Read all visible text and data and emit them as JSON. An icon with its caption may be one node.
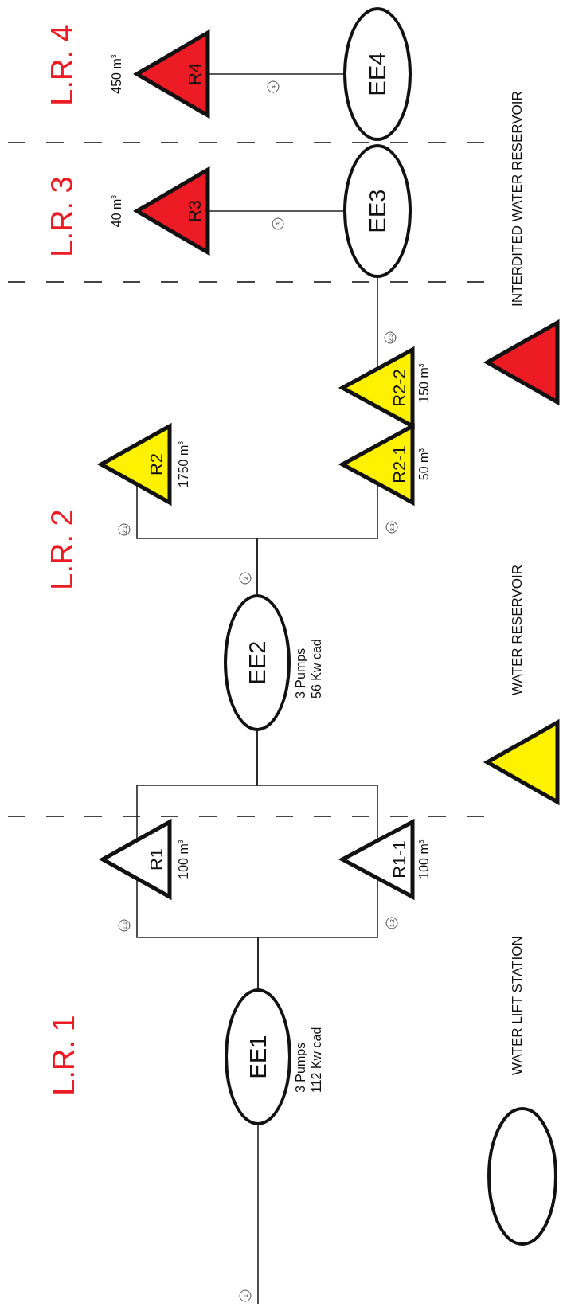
{
  "diagram": {
    "nodes": [
      {
        "text": [
          "EE1"
        ],
        "beside": [
          "3 Pumps 112 Kw cad"
        ]
      },
      {
        "text": [
          "R1"
        ],
        "beside": [
          "100 m$^{3}$"
        ]
      },
      {
        "text": [
          "R1-1"
        ],
        "beside": [
          "100 m$^{3}$"
        ]
      },
      {
        "text": [
          "EE2"
        ],
        "beside": [
          "3 Pumps 56 Kw cad"
        ]
      },
      {
        "text": [
          "R2"
        ],
        "beside": [
          "1750 m$^{3}$"
        ]
      },
      {
        "text": [
          "R2-1"
        ],
        "beside": [
          "50 m$^{3}$"
        ]
      },
      {
        "text": [
          "R2-2"
        ],
        "beside": [
          "150 m$^{3}$"
        ]
      },
      {
        "text": [
          "EE3"
        ]
      },
      {
        "text": [
          "R3"
        ],
        "beside": [
          "40 m$^{3}$"
        ]
      },
      {
        "text": [
          "EE4"
        ]
      },
      {
        "text": [
          "R4"
        ],
        "beside": [
          "450 m$^{3}$"
        ]
      }
    ],
    "edges": [
      {
        "from": null,
        "to": 0,
        "arrow": "none"
      },
      {
        "from": 0,
        "to": 1,
        "arrow": "none"
      },
      {
        "from": 0,
        "to": 2,
        "arrow": "none"
      },
      {
        "from": 1,
        "to": 3,
        "arrow": "none"
      },
      {
        "from": 2,
        "to": 3,
        "arrow": "none"
      },
      {
        "from": 3,
        "to": 4,
        "arrow": "none"
      },
      {
        "from": 3,
        "to": 5,
        "arrow": "none"
      },
      {
        "from": 6,
        "to": 7,
        "arrow": "none"
      },
      {
        "from": 7,
        "to": 8,
        "arrow": "none"
      },
      {
        "from": 9,
        "to": 10,
        "arrow": "none"
      }
    ],
    "labels": [
      "L.R. 1",
      "L.R. 2",
      "L.R. 3",
      "L.R. 4",
      "1",
      "1.1",
      "1.2",
      "2",
      "2.1",
      "2.2",
      "2.3",
      "3",
      "4"
    ],
    "legend": [
      {
        "text": "WATER LIFT STATION"
      },
      {
        "text": "WATER RESERVOIR",
        "color": "#fff200"
      },
      {
        "text": "INTERDITED WATER RESERVOIR",
        "color": "#ed1c24"
      }
    ]
  }
}
